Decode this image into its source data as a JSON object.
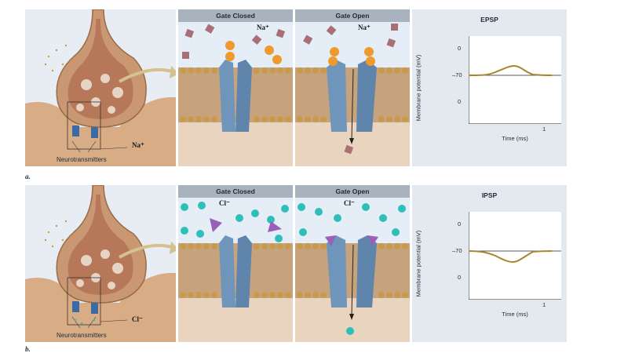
{
  "rows": [
    {
      "letter": "a.",
      "ion": "Na⁺",
      "neurotransmitters_label": "Neurotransmitters",
      "gate_closed_title": "Gate Closed",
      "gate_open_title": "Gate Open",
      "graph_title": "EPSP",
      "y_axis_label": "Membrane potential (mV)",
      "y_ticks": [
        "0",
        "–70",
        "0"
      ],
      "x_tick": "1",
      "x_axis_label": "Time (ms)",
      "trace_direction": "up"
    },
    {
      "letter": "b.",
      "ion": "Cl⁻",
      "neurotransmitters_label": "Neurotransmitters",
      "gate_closed_title": "Gate Closed",
      "gate_open_title": "Gate Open",
      "graph_title": "IPSP",
      "y_axis_label": "Membrane potential (mV)",
      "y_ticks": [
        "0",
        "–70",
        "0"
      ],
      "x_tick": "1",
      "x_axis_label": "Time (ms)",
      "trace_direction": "down"
    }
  ],
  "colors": {
    "cytoplasm": "#e8d4bf",
    "neuron": "#c99873",
    "membrane_head": "#c89a4e",
    "membrane_tail": "#7a4f2a",
    "channel": "#6f95bb",
    "sodium": "#ee9a2f",
    "chloride": "#2fbfb8",
    "neurotransmitter_a": "#a86f77",
    "neurotransmitter_b": "#9a5fb8",
    "trace": "#a6872e"
  }
}
